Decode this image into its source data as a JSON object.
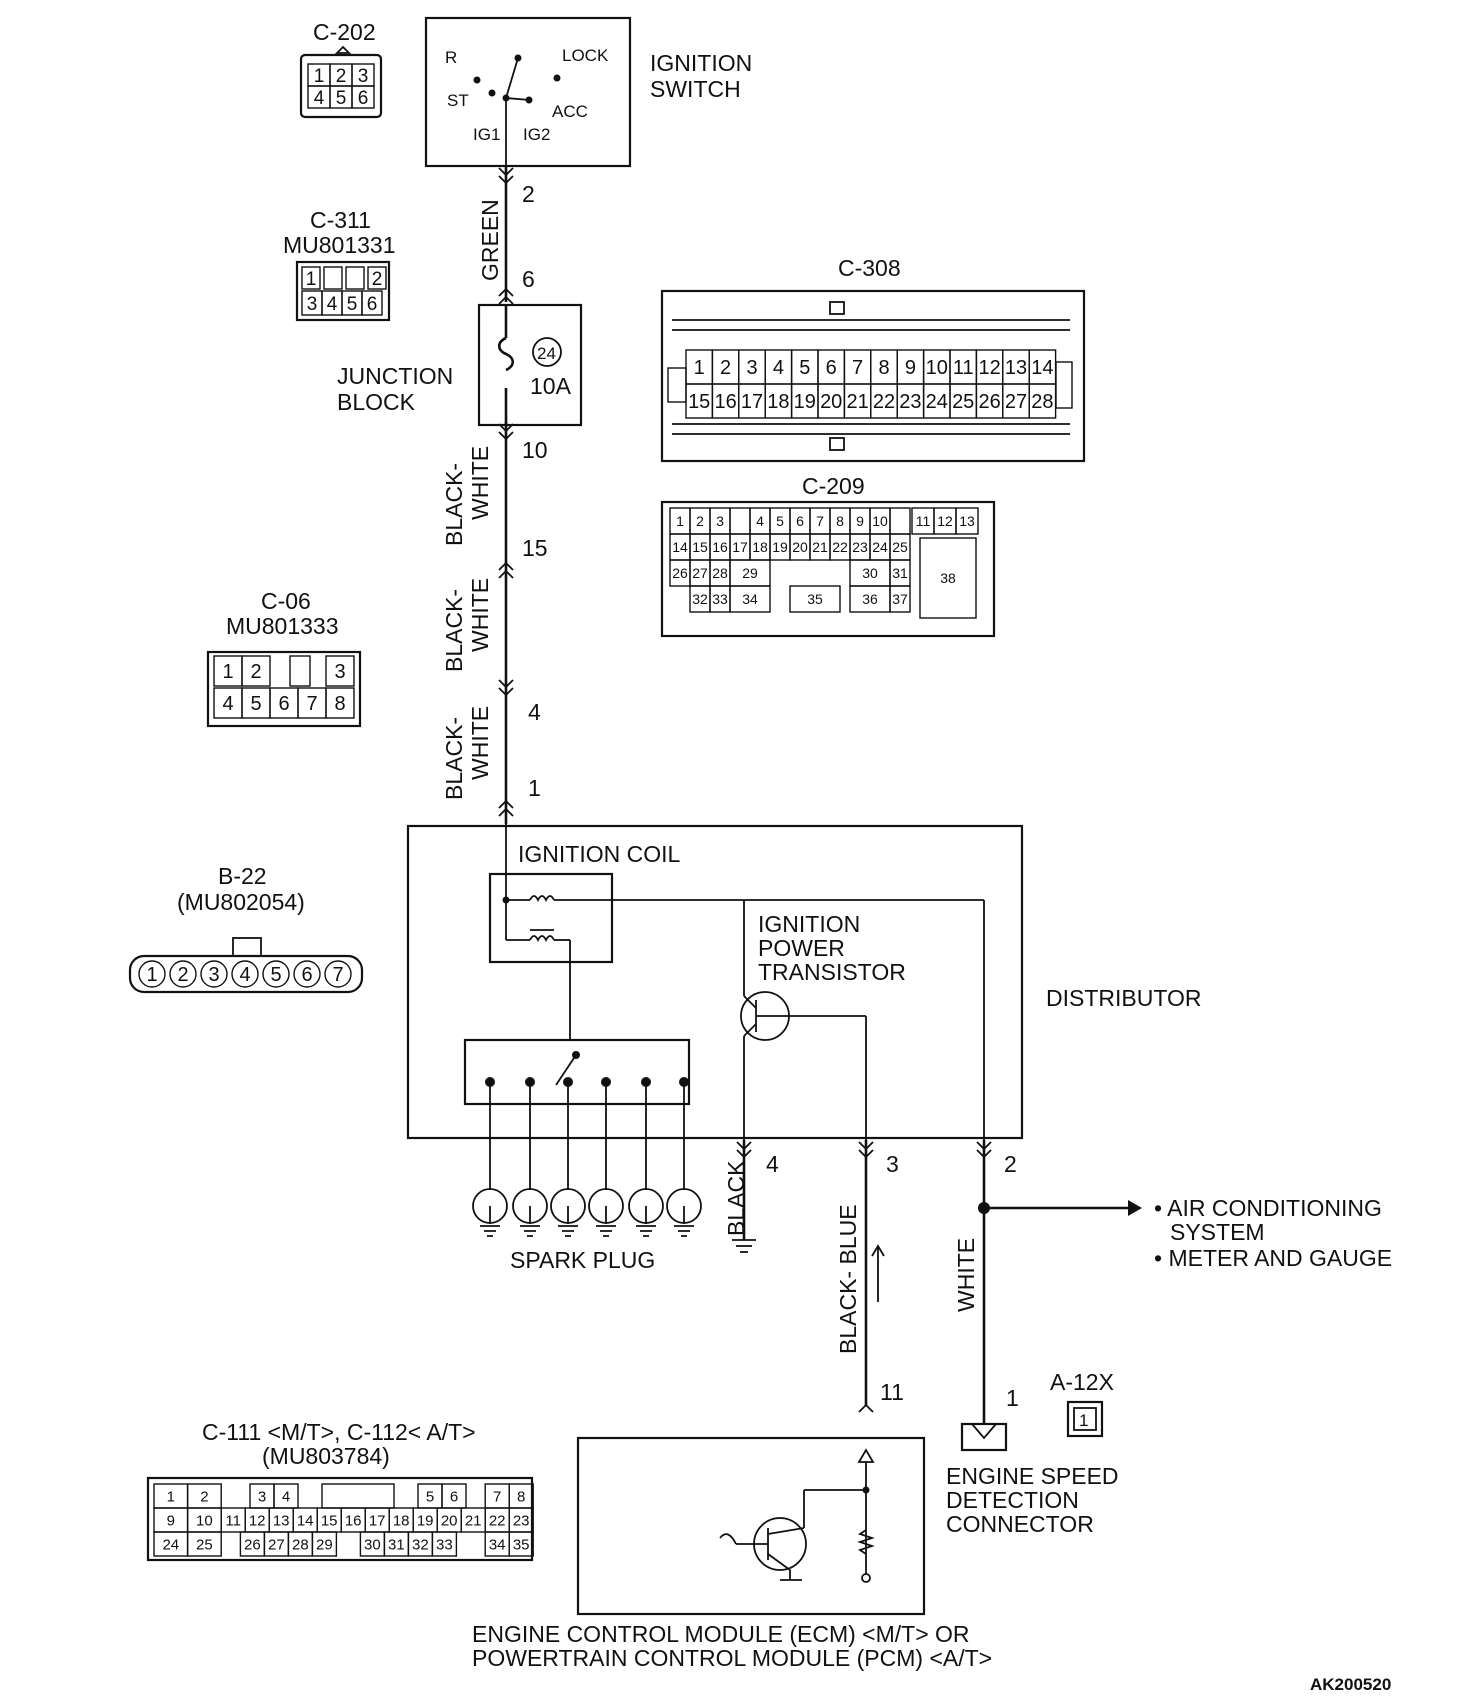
{
  "ignition_switch": {
    "label_line1": "IGNITION",
    "label_line2": "SWITCH",
    "positions": {
      "r": "R",
      "lock": "LOCK",
      "st": "ST",
      "acc": "ACC",
      "ig1": "IG1",
      "ig2": "IG2"
    }
  },
  "connectors": {
    "c202": {
      "id": "C-202",
      "pins": [
        "1",
        "2",
        "3",
        "4",
        "5",
        "6"
      ]
    },
    "c311": {
      "id": "C-311",
      "part": "MU801331",
      "pins": [
        "1",
        "2",
        "3",
        "4",
        "5",
        "6"
      ]
    },
    "c308": {
      "id": "C-308",
      "pins": [
        "1",
        "2",
        "3",
        "4",
        "5",
        "6",
        "7",
        "8",
        "9",
        "10",
        "11",
        "12",
        "13",
        "14",
        "15",
        "16",
        "17",
        "18",
        "19",
        "20",
        "21",
        "22",
        "23",
        "24",
        "25",
        "26",
        "27",
        "28"
      ]
    },
    "c209": {
      "id": "C-209",
      "pins": [
        "1",
        "2",
        "3",
        "4",
        "5",
        "6",
        "7",
        "8",
        "9",
        "10",
        "11",
        "12",
        "13",
        "14",
        "15",
        "16",
        "17",
        "18",
        "19",
        "20",
        "21",
        "22",
        "23",
        "24",
        "25",
        "26",
        "27",
        "28",
        "29",
        "30",
        "31",
        "32",
        "33",
        "34",
        "35",
        "36",
        "37",
        "38"
      ]
    },
    "c06": {
      "id": "C-06",
      "part": "MU801333",
      "pins": [
        "1",
        "2",
        "3",
        "4",
        "5",
        "6",
        "7",
        "8"
      ]
    },
    "b22": {
      "id": "B-22",
      "part": "(MU802054)",
      "pins": [
        "1",
        "2",
        "3",
        "4",
        "5",
        "6",
        "7"
      ]
    },
    "c111": {
      "id": "C-111 <M/T>, C-112< A/T>",
      "part": "(MU803784)",
      "pins": [
        "1",
        "2",
        "3",
        "4",
        "5",
        "6",
        "7",
        "8",
        "9",
        "10",
        "11",
        "12",
        "13",
        "14",
        "15",
        "16",
        "17",
        "18",
        "19",
        "20",
        "21",
        "22",
        "23",
        "24",
        "25",
        "26",
        "27",
        "28",
        "29",
        "30",
        "31",
        "32",
        "33",
        "34",
        "35"
      ]
    },
    "a12x": {
      "id": "A-12X",
      "pins": [
        "1"
      ]
    }
  },
  "junction_block": {
    "label_line1": "JUNCTION",
    "label_line2": "BLOCK",
    "fuse_no": "24",
    "fuse_rating": "10A"
  },
  "wires": {
    "green": "GREEN",
    "bw1": "BLACK-",
    "bw1b": "WHITE",
    "bw2": "BLACK-",
    "bw2b": "WHITE",
    "bw3": "BLACK-",
    "bw3b": "WHITE",
    "black": "BLACK",
    "black_blue": "BLACK- BLUE",
    "white": "WHITE"
  },
  "pin_numbers": {
    "sw_out": "2",
    "jb_in": "6",
    "jb_out": "10",
    "p15": "15",
    "p4": "4",
    "p1": "1",
    "dist_4": "4",
    "dist_3": "3",
    "dist_2": "2",
    "ecm_11": "11",
    "esd_1": "1"
  },
  "distributor": {
    "label": "DISTRIBUTOR",
    "coil": "IGNITION COIL",
    "transistor_line1": "IGNITION",
    "transistor_line2": "POWER",
    "transistor_line3": "TRANSISTOR",
    "spark_plug": "SPARK PLUG"
  },
  "outputs": {
    "item1_line1": "• AIR CONDITIONING",
    "item1_line2": "SYSTEM",
    "item2": "• METER AND GAUGE"
  },
  "esd_connector": {
    "line1": "ENGINE SPEED",
    "line2": "DETECTION",
    "line3": "CONNECTOR"
  },
  "ecm": {
    "line1": "ENGINE CONTROL MODULE (ECM) <M/T> OR",
    "line2": "POWERTRAIN CONTROL MODULE (PCM) <A/T>"
  },
  "figure_code": "AK200520"
}
